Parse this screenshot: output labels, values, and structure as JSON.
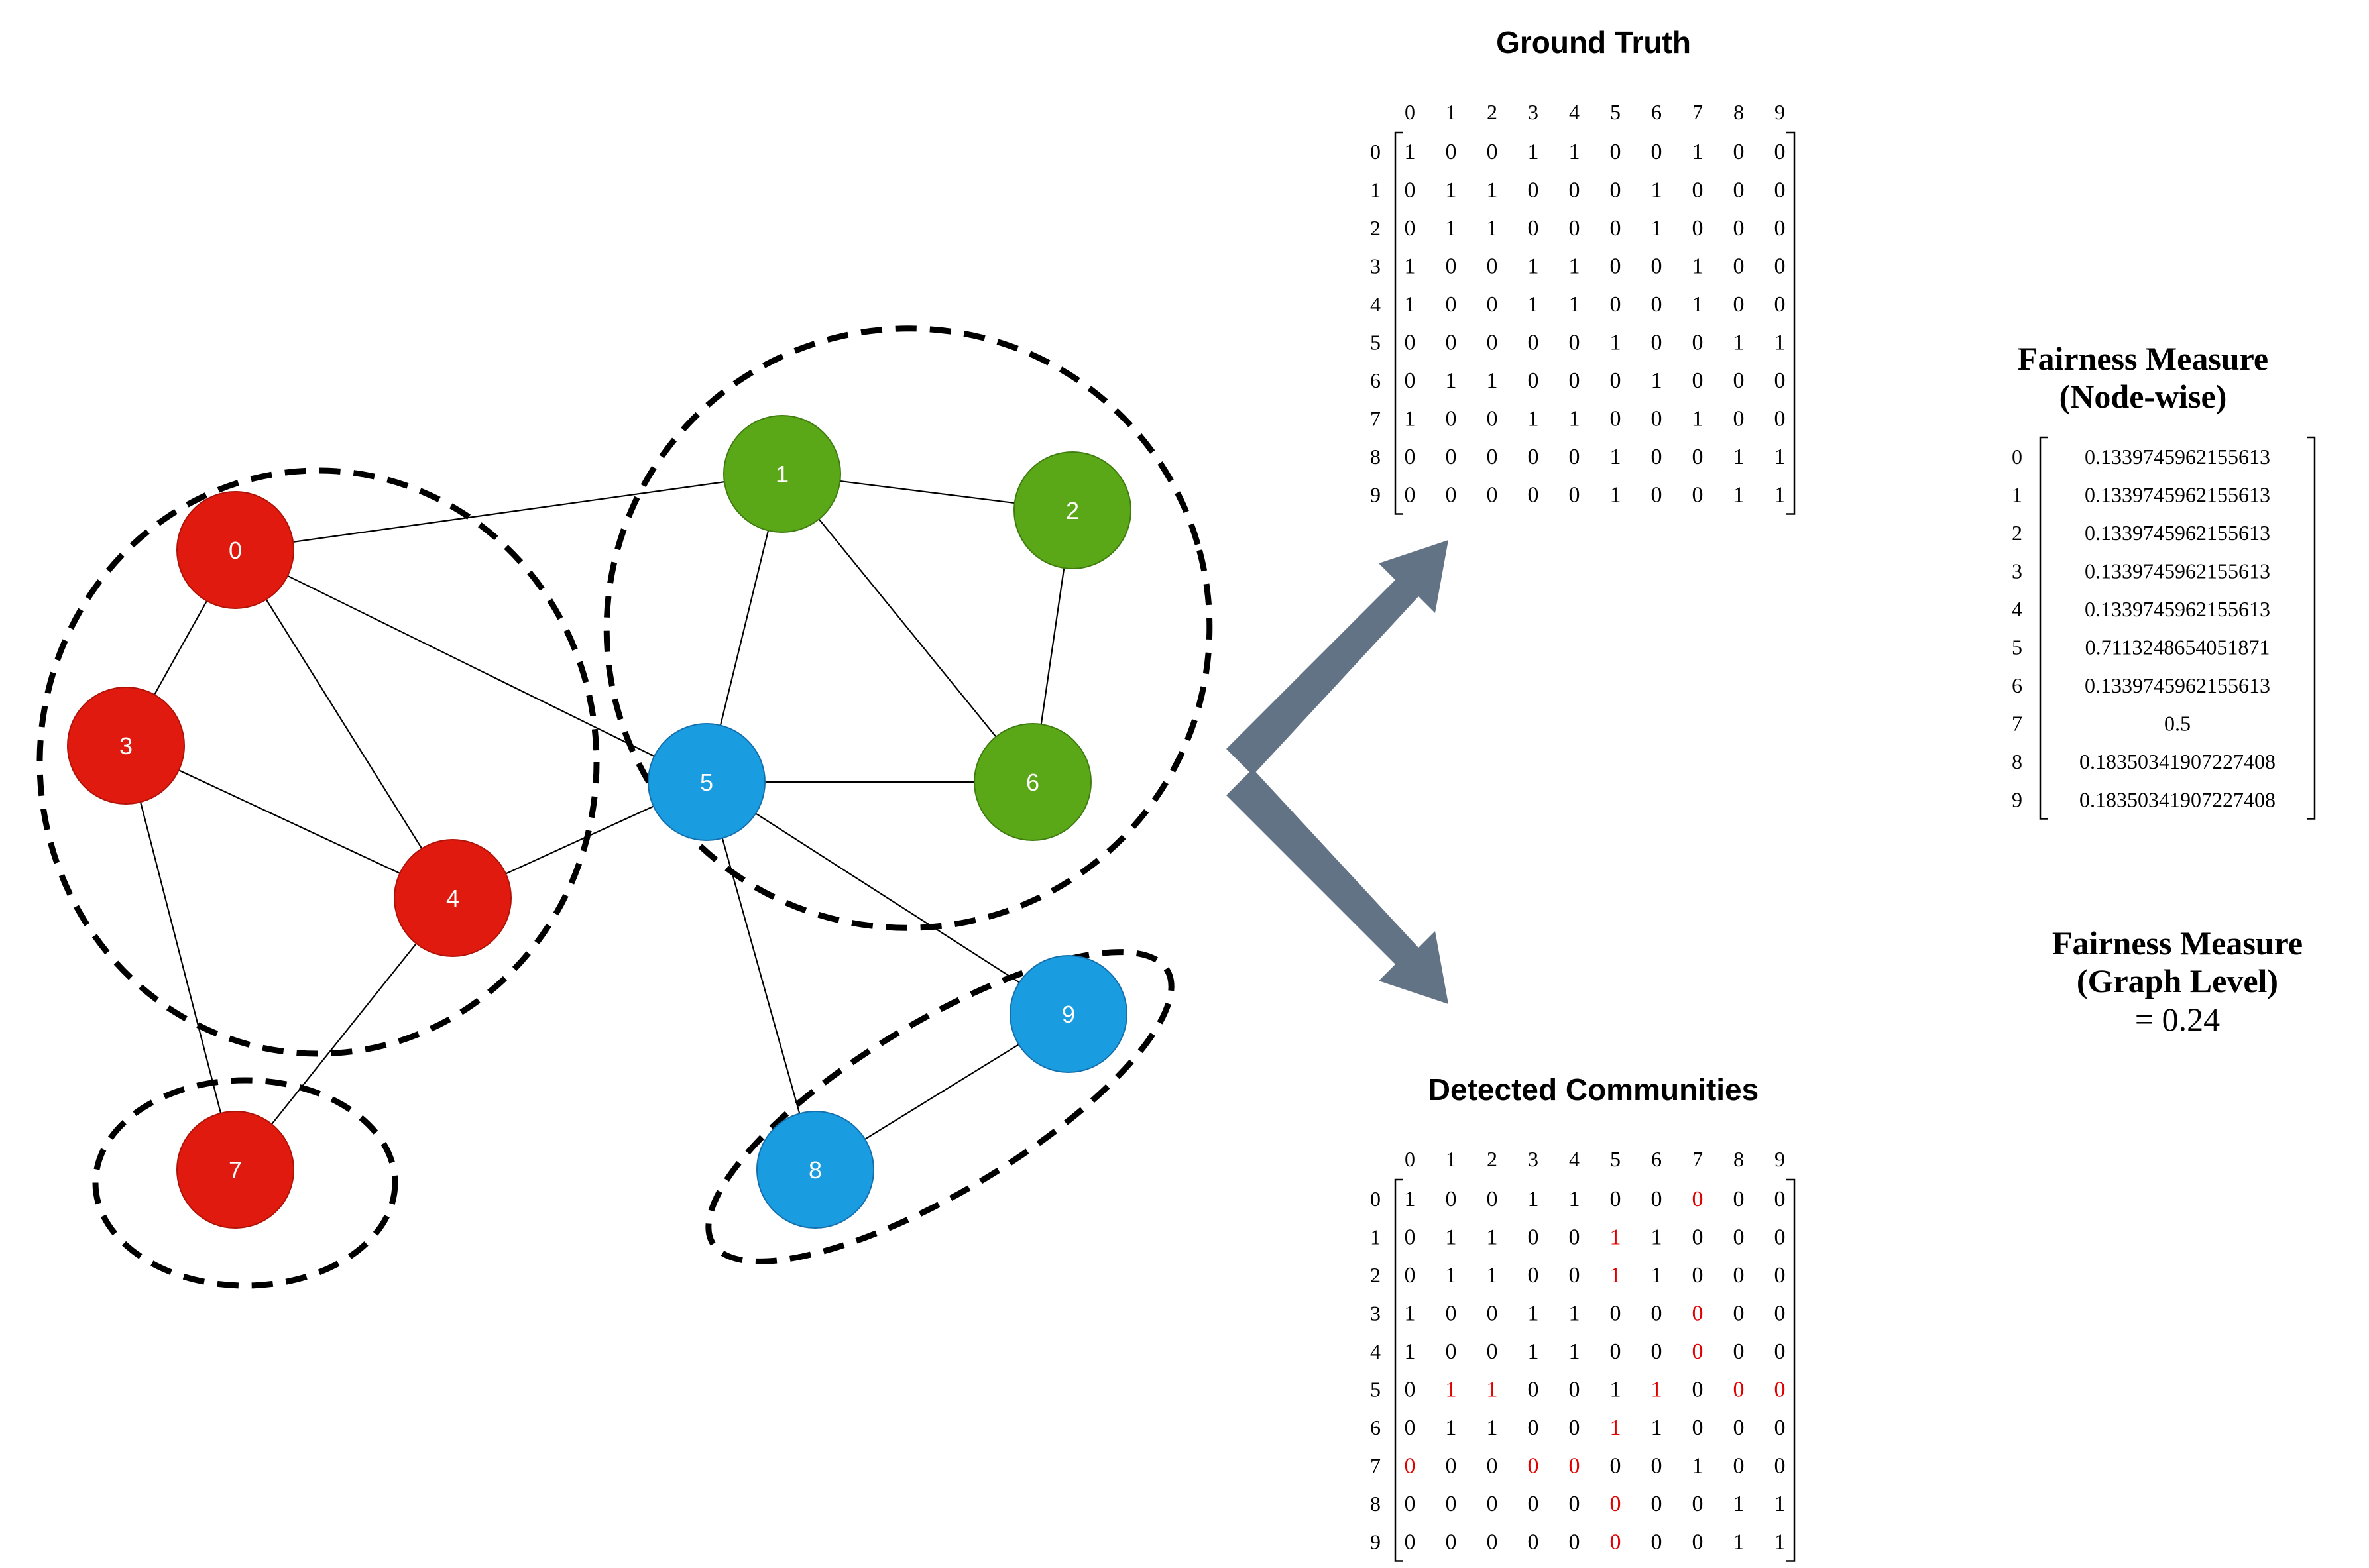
{
  "colors": {
    "community_red": "#e01a0f",
    "community_green": "#5aa817",
    "community_blue": "#1a9de0",
    "arrow": "#637386",
    "highlight_red": "#e00000"
  },
  "graph": {
    "nodes": [
      {
        "id": "0",
        "label": "0",
        "color": "community_red"
      },
      {
        "id": "1",
        "label": "1",
        "color": "community_green"
      },
      {
        "id": "2",
        "label": "2",
        "color": "community_green"
      },
      {
        "id": "3",
        "label": "3",
        "color": "community_red"
      },
      {
        "id": "4",
        "label": "4",
        "color": "community_red"
      },
      {
        "id": "5",
        "label": "5",
        "color": "community_blue"
      },
      {
        "id": "6",
        "label": "6",
        "color": "community_green"
      },
      {
        "id": "7",
        "label": "7",
        "color": "community_red"
      },
      {
        "id": "8",
        "label": "8",
        "color": "community_blue"
      },
      {
        "id": "9",
        "label": "9",
        "color": "community_blue"
      }
    ],
    "edges": [
      [
        "0",
        "1"
      ],
      [
        "0",
        "3"
      ],
      [
        "0",
        "4"
      ],
      [
        "0",
        "5"
      ],
      [
        "3",
        "4"
      ],
      [
        "3",
        "7"
      ],
      [
        "4",
        "7"
      ],
      [
        "4",
        "5"
      ],
      [
        "1",
        "2"
      ],
      [
        "1",
        "5"
      ],
      [
        "1",
        "6"
      ],
      [
        "2",
        "6"
      ],
      [
        "5",
        "6"
      ],
      [
        "5",
        "8"
      ],
      [
        "5",
        "9"
      ],
      [
        "8",
        "9"
      ]
    ],
    "community_groups": [
      [
        "0",
        "3",
        "4"
      ],
      [
        "1",
        "2",
        "6",
        "5"
      ],
      [
        "7"
      ],
      [
        "8",
        "9"
      ]
    ]
  },
  "ground_truth": {
    "title": "Ground Truth",
    "col_labels": [
      "0",
      "1",
      "2",
      "3",
      "4",
      "5",
      "6",
      "7",
      "8",
      "9"
    ],
    "row_labels": [
      "0",
      "1",
      "2",
      "3",
      "4",
      "5",
      "6",
      "7",
      "8",
      "9"
    ],
    "rows": [
      [
        "1",
        "0",
        "0",
        "1",
        "1",
        "0",
        "0",
        "1",
        "0",
        "0"
      ],
      [
        "0",
        "1",
        "1",
        "0",
        "0",
        "0",
        "1",
        "0",
        "0",
        "0"
      ],
      [
        "0",
        "1",
        "1",
        "0",
        "0",
        "0",
        "1",
        "0",
        "0",
        "0"
      ],
      [
        "1",
        "0",
        "0",
        "1",
        "1",
        "0",
        "0",
        "1",
        "0",
        "0"
      ],
      [
        "1",
        "0",
        "0",
        "1",
        "1",
        "0",
        "0",
        "1",
        "0",
        "0"
      ],
      [
        "0",
        "0",
        "0",
        "0",
        "0",
        "1",
        "0",
        "0",
        "1",
        "1"
      ],
      [
        "0",
        "1",
        "1",
        "0",
        "0",
        "0",
        "1",
        "0",
        "0",
        "0"
      ],
      [
        "1",
        "0",
        "0",
        "1",
        "1",
        "0",
        "0",
        "1",
        "0",
        "0"
      ],
      [
        "0",
        "0",
        "0",
        "0",
        "0",
        "1",
        "0",
        "0",
        "1",
        "1"
      ],
      [
        "0",
        "0",
        "0",
        "0",
        "0",
        "1",
        "0",
        "0",
        "1",
        "1"
      ]
    ]
  },
  "detected": {
    "title": "Detected Communities",
    "col_labels": [
      "0",
      "1",
      "2",
      "3",
      "4",
      "5",
      "6",
      "7",
      "8",
      "9"
    ],
    "row_labels": [
      "0",
      "1",
      "2",
      "3",
      "4",
      "5",
      "6",
      "7",
      "8",
      "9"
    ],
    "rows": [
      [
        "1",
        "0",
        "0",
        "1",
        "1",
        "0",
        "0",
        "0",
        "0",
        "0"
      ],
      [
        "0",
        "1",
        "1",
        "0",
        "0",
        "1",
        "1",
        "0",
        "0",
        "0"
      ],
      [
        "0",
        "1",
        "1",
        "0",
        "0",
        "1",
        "1",
        "0",
        "0",
        "0"
      ],
      [
        "1",
        "0",
        "0",
        "1",
        "1",
        "0",
        "0",
        "0",
        "0",
        "0"
      ],
      [
        "1",
        "0",
        "0",
        "1",
        "1",
        "0",
        "0",
        "0",
        "0",
        "0"
      ],
      [
        "0",
        "1",
        "1",
        "0",
        "0",
        "1",
        "1",
        "0",
        "0",
        "0"
      ],
      [
        "0",
        "1",
        "1",
        "0",
        "0",
        "1",
        "1",
        "0",
        "0",
        "0"
      ],
      [
        "0",
        "0",
        "0",
        "0",
        "0",
        "0",
        "0",
        "1",
        "0",
        "0"
      ],
      [
        "0",
        "0",
        "0",
        "0",
        "0",
        "0",
        "0",
        "0",
        "1",
        "1"
      ],
      [
        "0",
        "0",
        "0",
        "0",
        "0",
        "0",
        "0",
        "0",
        "1",
        "1"
      ]
    ],
    "highlighted": [
      [
        0,
        7
      ],
      [
        1,
        5
      ],
      [
        2,
        5
      ],
      [
        3,
        7
      ],
      [
        4,
        7
      ],
      [
        5,
        1
      ],
      [
        5,
        2
      ],
      [
        5,
        6
      ],
      [
        5,
        8
      ],
      [
        5,
        9
      ],
      [
        6,
        5
      ],
      [
        7,
        0
      ],
      [
        7,
        3
      ],
      [
        7,
        4
      ],
      [
        8,
        5
      ],
      [
        9,
        5
      ]
    ]
  },
  "node_fairness": {
    "title_line1": "Fairness Measure",
    "title_line2": "(Node-wise)",
    "row_labels": [
      "0",
      "1",
      "2",
      "3",
      "4",
      "5",
      "6",
      "7",
      "8",
      "9"
    ],
    "values": [
      "0.1339745962155613",
      "0.1339745962155613",
      "0.1339745962155613",
      "0.1339745962155613",
      "0.1339745962155613",
      "0.7113248654051871",
      "0.1339745962155613",
      "0.5",
      "0.18350341907227408",
      "0.18350341907227408"
    ]
  },
  "graph_fairness": {
    "title_line1": "Fairness Measure",
    "title_line2": "(Graph Level)",
    "value_text": "= 0.24"
  }
}
